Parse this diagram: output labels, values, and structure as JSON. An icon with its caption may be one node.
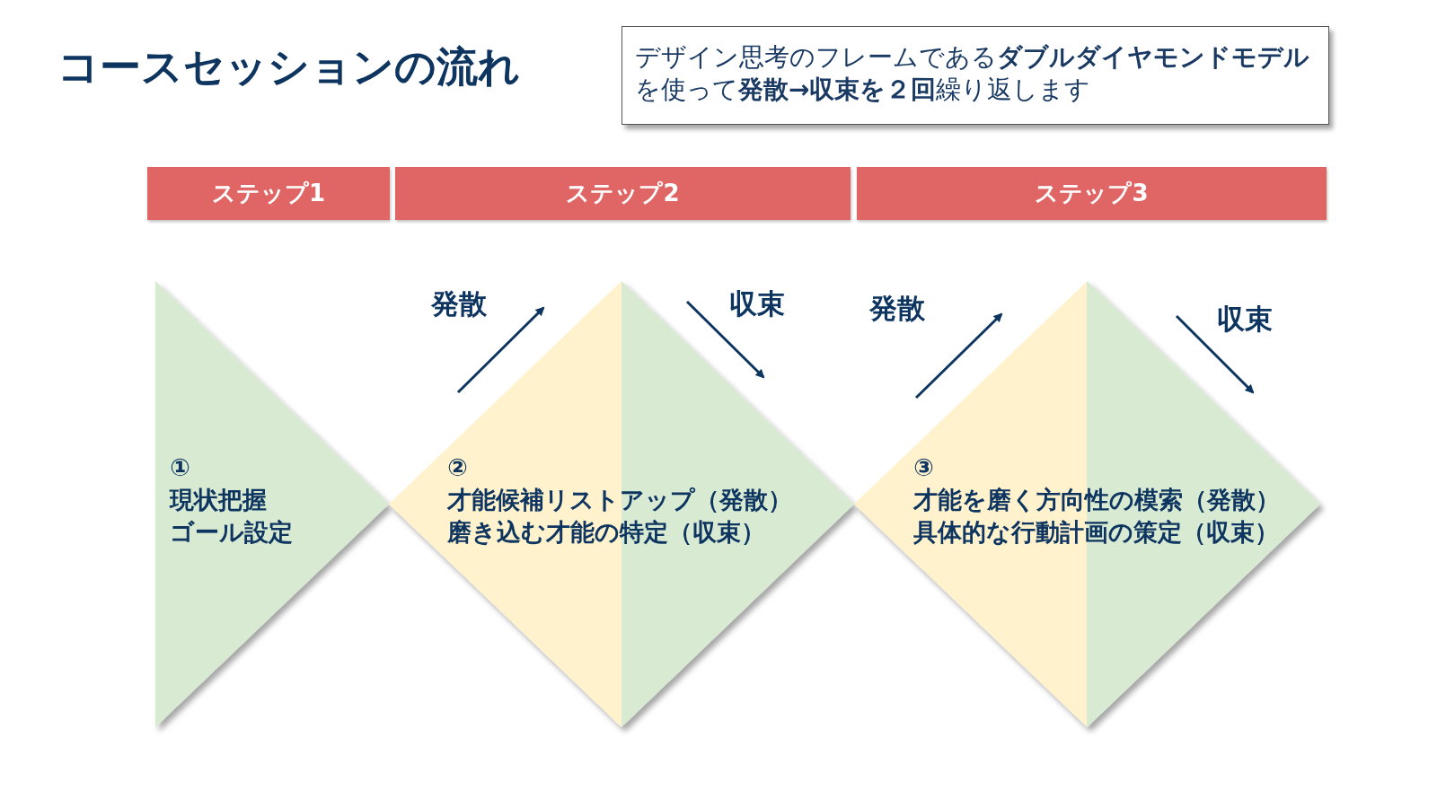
{
  "diagram": {
    "title": "コースセッションの流れ",
    "nodes": [
      {
        "text": [
          "デザイン思考のフレームである**ダブルダイヤモンドモデル**を使って**発散→収束を２回**繰り返します"
        ]
      },
      {
        "text": [
          "ステップ1"
        ]
      },
      {
        "text": [
          "ステップ2"
        ]
      },
      {
        "text": [
          "ステップ3"
        ]
      },
      {
        "text": [
          "①",
          "現状把握",
          "ゴール設定"
        ]
      },
      {
        "text": [
          "②",
          "才能候補リストアップ（発散）",
          "磨き込む才能の特定（収束）"
        ]
      },
      {
        "text": [
          "③",
          "才能を磨く方向性の模索（発散）",
          "具体的な行動計画の策定（収束）"
        ]
      }
    ],
    "labels": [
      "発散",
      "収束",
      "発散",
      "収束"
    ]
  }
}
